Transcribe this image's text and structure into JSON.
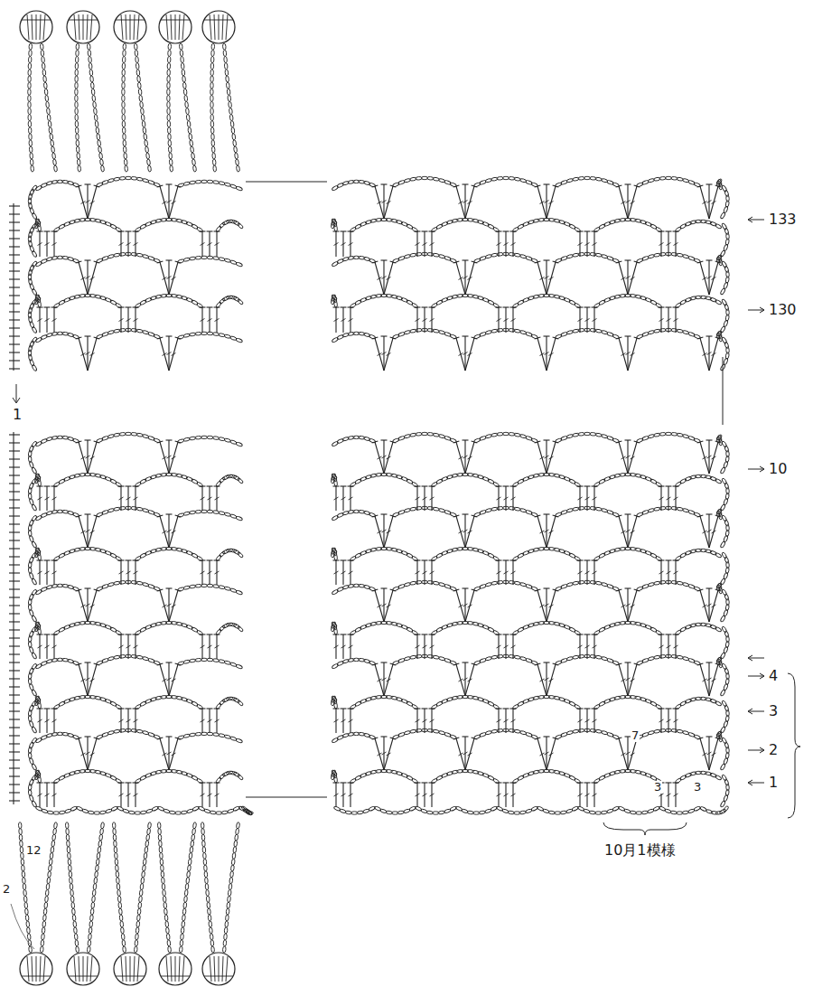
{
  "diagram": {
    "labels": [
      "133",
      "130",
      "10",
      "4",
      "3",
      "2",
      "1",
      "7",
      "3",
      "3",
      "1",
      "12",
      "2",
      "10月1模様"
    ]
  }
}
